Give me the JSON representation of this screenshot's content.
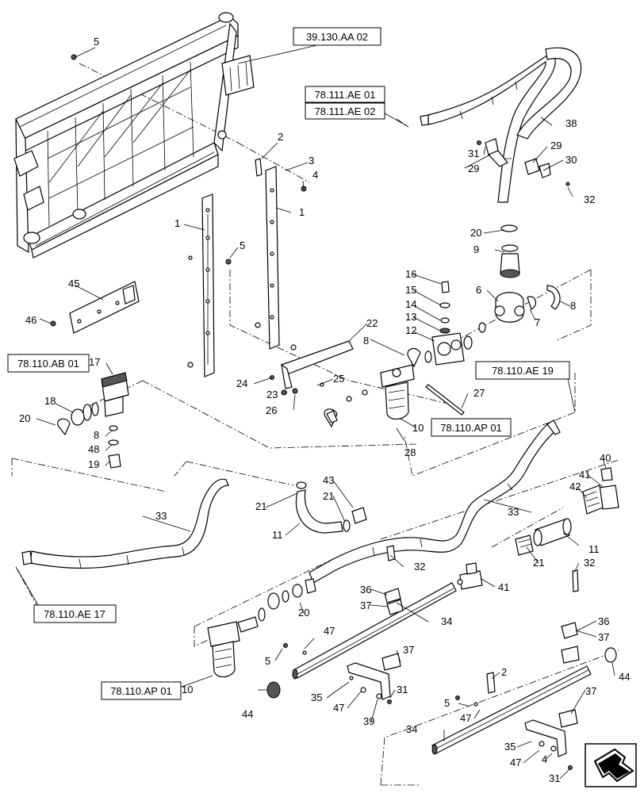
{
  "refs": {
    "frame": "39.130.AA 02",
    "hose_top_1": "78.111.AE 01",
    "hose_top_2": "78.111.AE 02",
    "left_ab": "78.110.AB 01",
    "right_ae19": "78.110.AE 19",
    "filter_top": "78.110.AP 01",
    "left_ae17": "78.110.AE 17",
    "filter_bottom": "78.110.AP 01"
  },
  "callouts": {
    "c1a": "1",
    "c1b": "1",
    "c2a": "2",
    "c2b": "2",
    "c3": "3",
    "c4a": "4",
    "c4b": "4",
    "c5a": "5",
    "c5b": "5",
    "c5c": "5",
    "c5d": "5",
    "c6": "6",
    "c7": "7",
    "c8a": "8",
    "c8b": "8",
    "c8c": "8",
    "c9": "9",
    "c10a": "10",
    "c10b": "10",
    "c11a": "11",
    "c11b": "11",
    "c12": "12",
    "c13": "13",
    "c14": "14",
    "c15": "15",
    "c16": "16",
    "c17": "17",
    "c18": "18",
    "c19": "19",
    "c20a": "20",
    "c20b": "20",
    "c20c": "20",
    "c21a": "21",
    "c21b": "21",
    "c21c": "21",
    "c22": "22",
    "c23": "23",
    "c24": "24",
    "c25": "25",
    "c26": "26",
    "c27": "27",
    "c28": "28",
    "c29a": "29",
    "c29b": "29",
    "c30": "30",
    "c31a": "31",
    "c31b": "31",
    "c31c": "31",
    "c32a": "32",
    "c32b": "32",
    "c32c": "32",
    "c33a": "33",
    "c33b": "33",
    "c34a": "34",
    "c34b": "34",
    "c35a": "35",
    "c35b": "35",
    "c36a": "36",
    "c36b": "36",
    "c37a": "37",
    "c37b": "37",
    "c37c": "37",
    "c37d": "37",
    "c38": "38",
    "c39": "39",
    "c40": "40",
    "c41a": "41",
    "c41b": "41",
    "c42": "42",
    "c43": "43",
    "c44a": "44",
    "c44b": "44",
    "c45": "45",
    "c46": "46",
    "c47a": "47",
    "c47b": "47",
    "c47c": "47",
    "c47d": "47",
    "c48": "48"
  },
  "icons": {
    "corner": "navigation-arrow-icon"
  }
}
